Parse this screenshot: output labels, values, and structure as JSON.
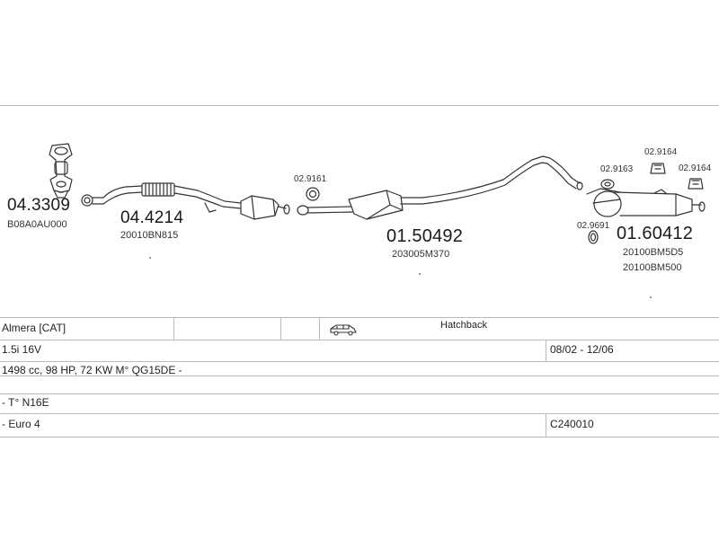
{
  "parts": {
    "p1": {
      "number": "04.3309",
      "oem": "B08A0AU000"
    },
    "p2": {
      "number": "04.4214",
      "oem": "20010BN815"
    },
    "p3": {
      "number": "02.9161"
    },
    "p4": {
      "number": "01.50492",
      "oem": "203005M370"
    },
    "p5": {
      "number": "02.9163"
    },
    "p6": {
      "number": "02.9164"
    },
    "p7": {
      "number": "02.9164"
    },
    "p8": {
      "number": "02.9691"
    },
    "p9": {
      "number": "01.60412",
      "oem1": "20100BM5D5",
      "oem2": "20100BM500"
    }
  },
  "vehicle": {
    "model": "Almera  [CAT]",
    "body_icon": "car-icon",
    "body_type": "Hatchback",
    "engine": "1.5i 16V",
    "years": "08/02 - 12/06",
    "specs": "1498 cc, 98 HP, 72 KW M° QG15DE -",
    "type_code": "- T° N16E",
    "emission": "- Euro 4",
    "code": "C240010"
  },
  "colors": {
    "line": "#333333",
    "grid": "#bbbbbb"
  }
}
